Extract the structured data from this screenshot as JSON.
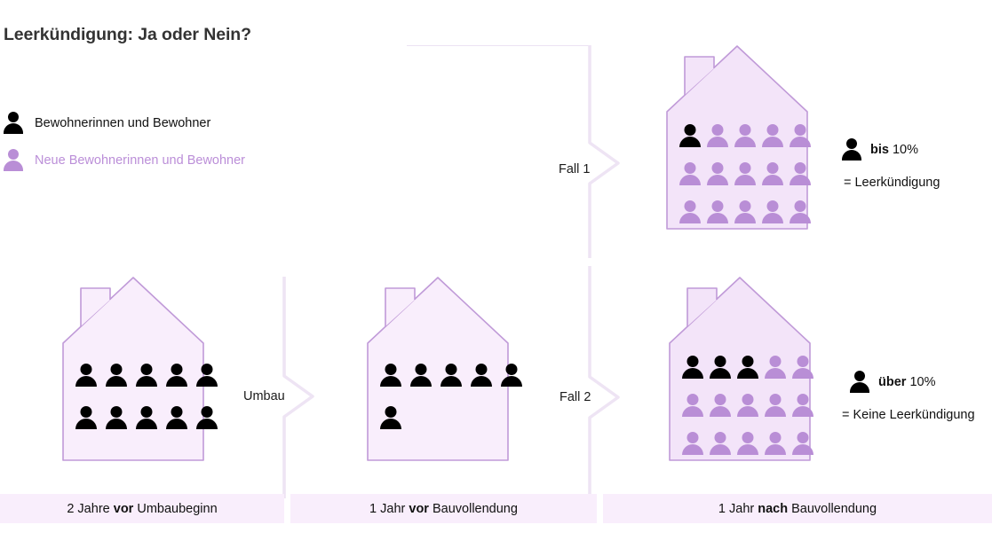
{
  "title": "Leerkündigung: Ja oder Nein?",
  "legend": {
    "items": [
      {
        "icon": "person-icon-dark",
        "label": "Bewohnerinnen und Bewohner",
        "color": "#000000"
      },
      {
        "icon": "person-icon-light",
        "label": "Neue Bewohnerinnen und Bewohner",
        "color": "#b98ed6"
      }
    ]
  },
  "colors": {
    "house_fill": "#f9eefc",
    "house_stroke": "#c09ad8",
    "person_dark": "#000000",
    "person_light": "#b98ed6",
    "timeline_band": "#f9eefc",
    "connector": "#eee4f4",
    "title_text": "#333333"
  },
  "houses": [
    {
      "id": "house-before-renovation",
      "rows": [
        [
          "dark",
          "dark",
          "dark",
          "dark",
          "dark"
        ],
        [
          "dark",
          "dark",
          "dark",
          "dark",
          "dark"
        ]
      ],
      "dark_count": 10,
      "light_count": 0,
      "total": 10
    },
    {
      "id": "house-before-completion",
      "rows": [
        [
          "dark",
          "dark",
          "dark",
          "dark",
          "dark"
        ],
        [
          "dark"
        ]
      ],
      "dark_count": 6,
      "light_count": 0,
      "total": 6
    },
    {
      "id": "house-case-1",
      "rows": [
        [
          "dark",
          "light",
          "light",
          "light",
          "light"
        ],
        [
          "light",
          "light",
          "light",
          "light",
          "light"
        ],
        [
          "light",
          "light",
          "light",
          "light",
          "light"
        ]
      ],
      "dark_count": 1,
      "light_count": 14,
      "total": 15
    },
    {
      "id": "house-case-2",
      "rows": [
        [
          "dark",
          "dark",
          "dark",
          "light",
          "light"
        ],
        [
          "light",
          "light",
          "light",
          "light",
          "light"
        ],
        [
          "light",
          "light",
          "light",
          "light",
          "light"
        ]
      ],
      "dark_count": 3,
      "light_count": 12,
      "total": 15
    }
  ],
  "connectors": [
    {
      "id": "connector-umbau",
      "label": "Umbau"
    },
    {
      "id": "connector-fall-1",
      "label": "Fall 1"
    },
    {
      "id": "connector-fall-2",
      "label": "Fall 2"
    }
  ],
  "annotations": [
    {
      "id": "annotation-case-1",
      "icon": "person-icon-dark",
      "emphasis": "bis",
      "value": "10%",
      "result": "= Leerkündigung"
    },
    {
      "id": "annotation-case-2",
      "icon": "person-icon-dark",
      "emphasis": "über",
      "value": "10%",
      "result": "= Keine Leerkündigung"
    }
  ],
  "timeline": [
    {
      "id": "timeline-before-renovation",
      "prefix": "2 Jahre ",
      "emphasis": "vor",
      "suffix": " Umbaubeginn"
    },
    {
      "id": "timeline-before-completion",
      "prefix": "1 Jahr ",
      "emphasis": "vor",
      "suffix": " Bauvollendung"
    },
    {
      "id": "timeline-after-completion",
      "prefix": "1 Jahr ",
      "emphasis": "nach",
      "suffix": " Bauvollendung"
    }
  ]
}
